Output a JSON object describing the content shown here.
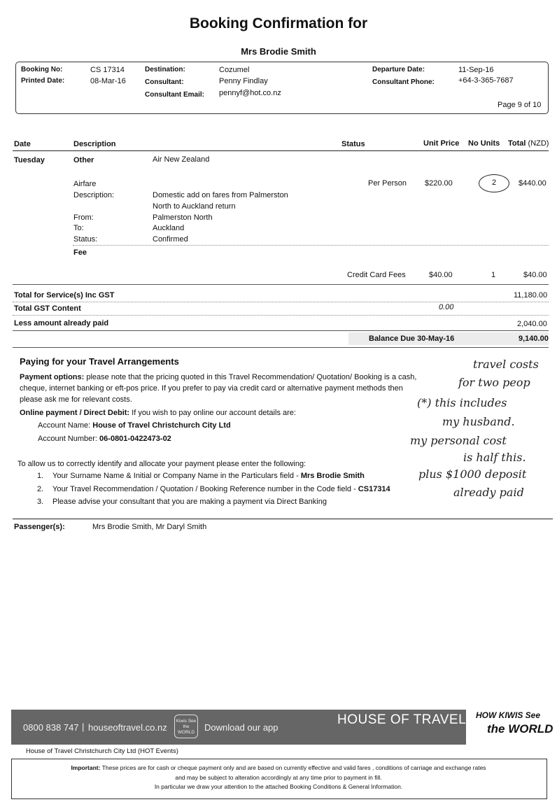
{
  "title": "Booking Confirmation for",
  "customer": "Mrs Brodie Smith",
  "info": {
    "booking_no_label": "Booking No:",
    "booking_no": "CS 17314",
    "printed_date_label": "Printed Date:",
    "printed_date": "08-Mar-16",
    "destination_label": "Destination:",
    "destination": "Cozumel",
    "consultant_label": "Consultant:",
    "consultant": "Penny Findlay",
    "consultant_email_label": "Consultant Email:",
    "consultant_email": "pennyf@hot.co.nz",
    "departure_label": "Departure Date:",
    "departure": "11-Sep-16",
    "consultant_phone_label": "Consultant Phone:",
    "consultant_phone": "+64-3-365-7687",
    "page": "Page 9 of 10"
  },
  "table": {
    "headers": {
      "date": "Date",
      "description": "Description",
      "status": "Status",
      "unit_price": "Unit Price",
      "no_units": "No Units",
      "total": "Total",
      "total_unit": "(NZD)"
    },
    "day": "Tuesday",
    "category_other": "Other",
    "supplier": "Air New Zealand",
    "airfare": "Airfare",
    "per_person": "Per Person",
    "airfare_price": "$220.00",
    "airfare_units": "2",
    "airfare_total": "$440.00",
    "description_label": "Description:",
    "description_line1": "Domestic add on fares from Palmerston",
    "description_line2": "North to Auckland return",
    "from_label": "From:",
    "from": "Palmerston North",
    "to_label": "To:",
    "to": "Auckland",
    "status_label": "Status:",
    "status": "Confirmed",
    "category_fee": "Fee",
    "fee_desc": "Credit Card Fees",
    "fee_price": "$40.00",
    "fee_units": "1",
    "fee_total": "$40.00"
  },
  "totals": {
    "services_label": "Total for Service(s) Inc GST",
    "services": "11,180.00",
    "gst_label": "Total GST Content",
    "gst": "0.00",
    "paid_label": "Less amount already paid",
    "paid": "2,040.00",
    "balance_label": "Balance Due 30-May-16",
    "balance": "9,140.00"
  },
  "payment": {
    "title": "Paying for your Travel Arrangements",
    "options_label": "Payment options:",
    "options_line1": " please note that the pricing quoted in this Travel Recommendation/ Quotation/ Booking  is a cash,",
    "options_line2": "cheque, internet banking or eft-pos price. If you prefer to pay via credit card or alternative payment methods then",
    "options_line3": "please ask me for relevant costs.",
    "online_label": "Online payment / Direct Debit:",
    "online_text": " If you wish to pay online our account details are:",
    "account_name_label": "Account Name: ",
    "account_name": "House of Travel Christchurch City Ltd",
    "account_number_label": "Account Number: ",
    "account_number": "06-0801-0422473-02",
    "identify": "To allow us to correctly identify and allocate your payment please enter the following:",
    "step1_num": "1.",
    "step1": "Your Surname Name & Initial or Company Name in the Particulars field - ",
    "step1_bold": "Mrs Brodie Smith",
    "step2_num": "2.",
    "step2": "Your Travel Recommendation / Quotation / Booking Reference number in the Code field - ",
    "step2_bold": "CS17314",
    "step3_num": "3.",
    "step3": "Please advise your consultant that you are making a payment via Direct Banking"
  },
  "handwritten": {
    "l1": "travel costs",
    "l2": "for two peop",
    "l3": "(*) this includes",
    "l4": "my husband.",
    "l5": "my personal cost",
    "l6": "is half this.",
    "l7": "plus $1000 deposit",
    "l8": "already paid"
  },
  "passengers": {
    "label": "Passenger(s):",
    "names": "Mrs Brodie Smith, Mr Daryl Smith"
  },
  "footer": {
    "phone": "0800 838 747",
    "sep": "|",
    "website": "houseoftravel.co.nz",
    "app_icon_text": "Kiwis See the WORLD",
    "download": "Download our app",
    "brand": "HOUSE OF TRAVEL",
    "slogan1": "HOW KIWIS See",
    "slogan2": "the WORLD",
    "company": "House of Travel Christchurch City Ltd (HOT Events)",
    "important_label": "Important:",
    "important1": " These prices are for cash or cheque payment only and are based on currently effective and valid fares , conditions of carriage and exchange rates",
    "important2": "and may be subject to alteration accordingly at any time prior to payment in fill.",
    "important3": "In particular we draw your attention to the attached Booking Conditions & General Information."
  }
}
